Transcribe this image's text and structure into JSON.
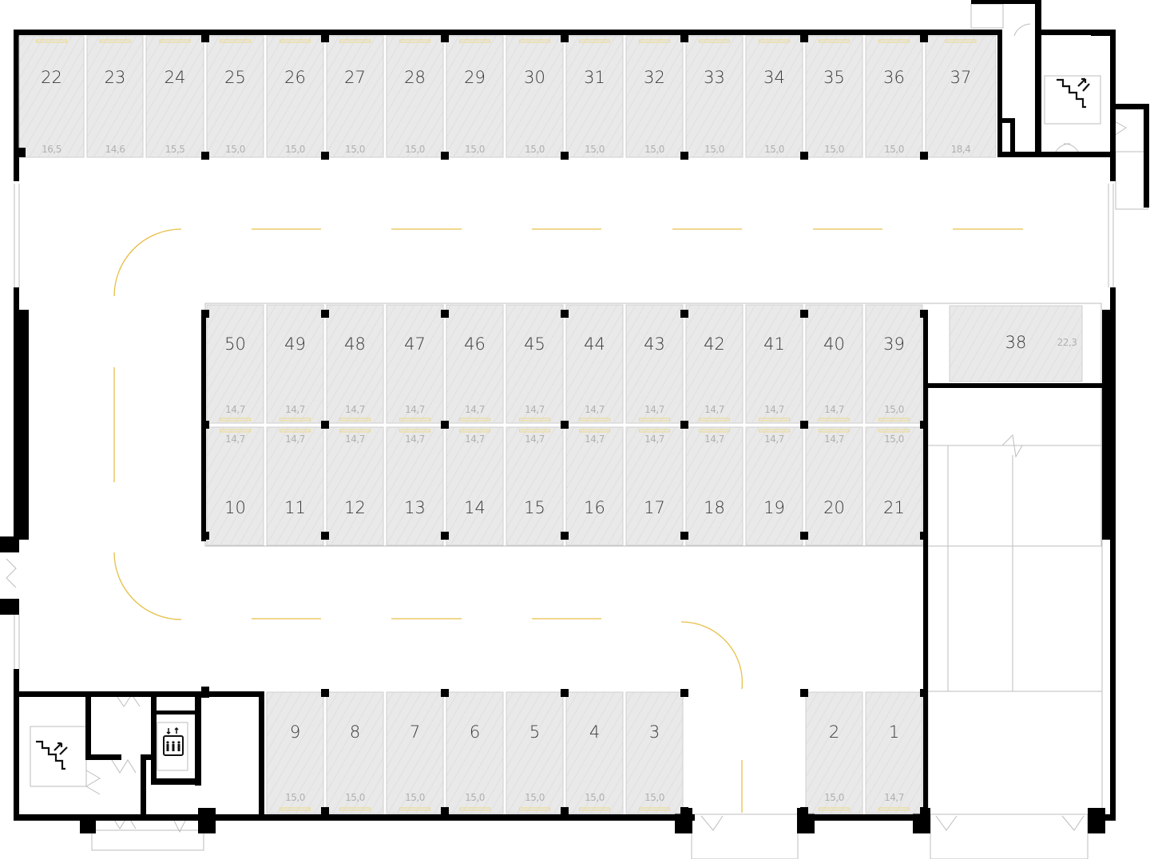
{
  "plan": {
    "spots_top": [
      {
        "number": "22",
        "area": "16,5"
      },
      {
        "number": "23",
        "area": "14,6"
      },
      {
        "number": "24",
        "area": "15,5"
      },
      {
        "number": "25",
        "area": "15,0"
      },
      {
        "number": "26",
        "area": "15,0"
      },
      {
        "number": "27",
        "area": "15,0"
      },
      {
        "number": "28",
        "area": "15,0"
      },
      {
        "number": "29",
        "area": "15,0"
      },
      {
        "number": "30",
        "area": "15,0"
      },
      {
        "number": "31",
        "area": "15,0"
      },
      {
        "number": "32",
        "area": "15,0"
      },
      {
        "number": "33",
        "area": "15,0"
      },
      {
        "number": "34",
        "area": "15,0"
      },
      {
        "number": "35",
        "area": "15,0"
      },
      {
        "number": "36",
        "area": "15,0"
      },
      {
        "number": "37",
        "area": "18,4"
      }
    ],
    "spots_middle_upper": [
      {
        "number": "50",
        "area": "14,7"
      },
      {
        "number": "49",
        "area": "14,7"
      },
      {
        "number": "48",
        "area": "14,7"
      },
      {
        "number": "47",
        "area": "14,7"
      },
      {
        "number": "46",
        "area": "14,7"
      },
      {
        "number": "45",
        "area": "14,7"
      },
      {
        "number": "44",
        "area": "14,7"
      },
      {
        "number": "43",
        "area": "14,7"
      },
      {
        "number": "42",
        "area": "14,7"
      },
      {
        "number": "41",
        "area": "14,7"
      },
      {
        "number": "40",
        "area": "14,7"
      },
      {
        "number": "39",
        "area": "15,0"
      }
    ],
    "spots_middle_lower": [
      {
        "number": "10",
        "area": "14,7"
      },
      {
        "number": "11",
        "area": "14,7"
      },
      {
        "number": "12",
        "area": "14,7"
      },
      {
        "number": "13",
        "area": "14,7"
      },
      {
        "number": "14",
        "area": "14,7"
      },
      {
        "number": "15",
        "area": "14,7"
      },
      {
        "number": "16",
        "area": "14,7"
      },
      {
        "number": "17",
        "area": "14,7"
      },
      {
        "number": "18",
        "area": "14,7"
      },
      {
        "number": "19",
        "area": "14,7"
      },
      {
        "number": "20",
        "area": "14,7"
      },
      {
        "number": "21",
        "area": "15,0"
      }
    ],
    "spot_large": {
      "number": "38",
      "area": "22,3"
    },
    "spots_bottom_left": [
      {
        "number": "9",
        "area": "15,0"
      },
      {
        "number": "8",
        "area": "15,0"
      },
      {
        "number": "7",
        "area": "15,0"
      },
      {
        "number": "6",
        "area": "15,0"
      },
      {
        "number": "5",
        "area": "15,0"
      },
      {
        "number": "4",
        "area": "15,0"
      },
      {
        "number": "3",
        "area": "15,0"
      }
    ],
    "spots_bottom_right": [
      {
        "number": "2",
        "area": "15,0"
      },
      {
        "number": "1",
        "area": "14,7"
      }
    ],
    "colors": {
      "wall": "#000000",
      "spot_fill": "#e9e9e9",
      "marking": "#e6c04a"
    }
  }
}
